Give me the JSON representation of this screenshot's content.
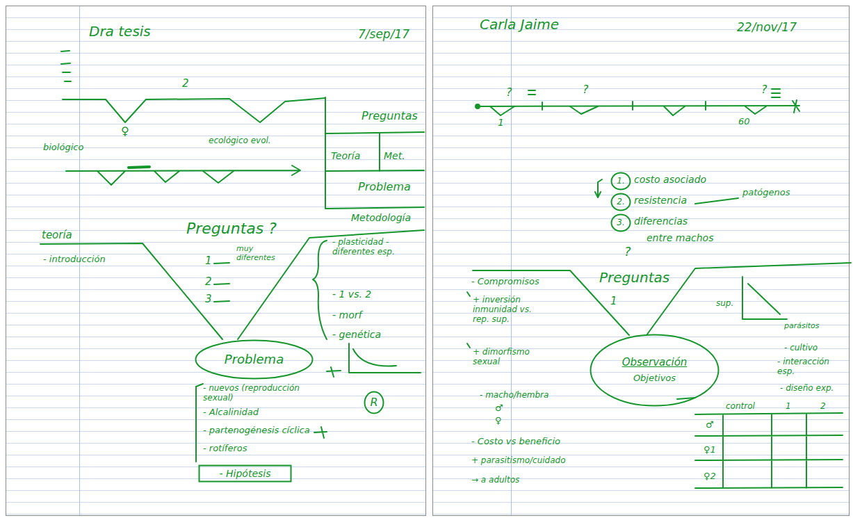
{
  "diagram": {
    "nodes": [
      {
        "text": [
          "Problema"
        ]
      },
      {
        "text": [
          "- Hipótesis"
        ]
      },
      {
        "text": [
          "R"
        ]
      },
      {
        "text": [
          "1."
        ]
      },
      {
        "text": [
          "2."
        ]
      },
      {
        "text": [
          "3."
        ]
      },
      {
        "text": [
          "Observación",
          "Objetivos"
        ]
      }
    ],
    "labels": [
      "Dra tesis",
      "7/sep/17",
      "2",
      "♀",
      "biológico",
      "ecológico evol.",
      "Preguntas",
      "Teoría",
      "Met.",
      "Problema",
      "Metodología",
      "teoría",
      "- introducción",
      "Preguntas ?",
      "1",
      "muy diferentes",
      "2",
      "3",
      "- plasticidad - diferentes esp.",
      "- 1 vs. 2",
      "- morf",
      "- genética",
      "- nuevos (reproducción sexual)",
      "- Alcalinidad",
      "- partenogénesis cíclica",
      "- rotíferos",
      "Carla Jaime",
      "22/nov/17",
      "?",
      "?",
      "?",
      "1",
      "60",
      "costo asociado",
      "resistencia",
      "patógenos",
      "diferencias",
      "entre machos",
      "?",
      "Preguntas",
      "1",
      "- Compromisos",
      "+ inversión inmunidad vs. rep. sup.",
      "+ dimorfismo sexual",
      "- macho/hembra",
      "♂",
      "♀",
      "- Costo vs beneficio",
      "+ parasitismo/cuidado",
      "→ a adultos",
      "sup.",
      "parásitos",
      "- cultivo",
      "- interacción esp.",
      "- diseño exp.",
      "control",
      "1",
      "2",
      "♂",
      "♀1",
      "♀2"
    ]
  }
}
